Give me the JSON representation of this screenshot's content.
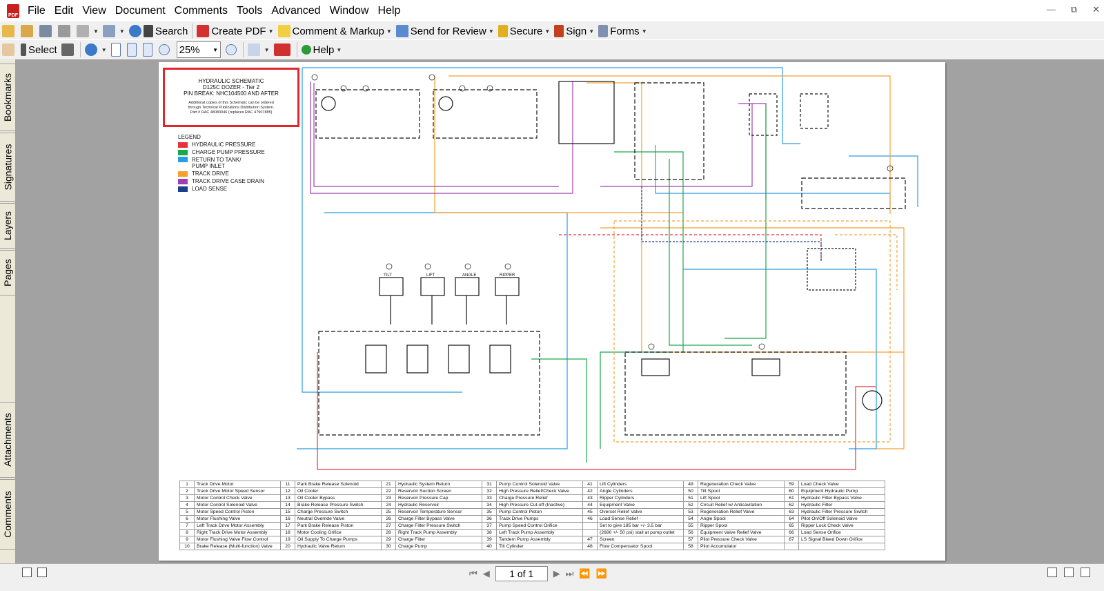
{
  "menu": [
    "File",
    "Edit",
    "View",
    "Document",
    "Comments",
    "Tools",
    "Advanced",
    "Window",
    "Help"
  ],
  "toolbar1": {
    "search": "Search",
    "create_pdf": "Create PDF",
    "comment_markup": "Comment & Markup",
    "send_review": "Send for Review",
    "secure": "Secure",
    "sign": "Sign",
    "forms": "Forms"
  },
  "toolbar2": {
    "select": "Select",
    "zoom": "25%",
    "help": "Help"
  },
  "side_tabs": [
    "Bookmarks",
    "Signatures",
    "Layers",
    "Pages",
    "Attachments",
    "Comments"
  ],
  "doc": {
    "title1": "HYDRAULIC SCHEMATIC",
    "title2": "D125C DOZER - Tier 2",
    "title3": "PIN BREAK: NHC104500 AND AFTER",
    "note1": "Additional copies of this Schematic can be ordered",
    "note2": "through Technical Publications Distribution System.",
    "note3": "Part # RAC 48080046 (replaces RAC 47907885)",
    "legend_title": "LEGEND",
    "legend": [
      {
        "label": "HYDRAULIC PRESSURE",
        "color": "#e8313a"
      },
      {
        "label": "CHARGE PUMP PRESSURE",
        "color": "#1aa84a"
      },
      {
        "label": "RETURN TO TANK/",
        "label2": "PUMP INLET",
        "color": "#2a9de0"
      },
      {
        "label": "TRACK DRIVE",
        "color": "#f5a030"
      },
      {
        "label": "TRACK DRIVE CASE DRAIN",
        "color": "#a040b0"
      },
      {
        "label": "LOAD SENSE",
        "color": "#1a3f8c"
      }
    ],
    "cyl_labels": [
      "TILT",
      "LIFT",
      "ANGLE",
      "RIPPER"
    ],
    "parts": [
      [
        "1",
        "Track Drive Motor",
        "11",
        "Park Brake Release Solenoid",
        "21",
        "Hydraulic System Return",
        "31",
        "Pump Control Solenoid Valve",
        "41",
        "Lift Cylinders",
        "49",
        "Regeneration Check Valve",
        "59",
        "Load Check Valve"
      ],
      [
        "2",
        "Track Drive Motor Speed Sensor",
        "12",
        "Oil Cooler",
        "22",
        "Reservoir Suction Screen",
        "32",
        "High Pressure Relief/Check Valve",
        "42",
        "Angle Cylinders",
        "50",
        "Tilt Spool",
        "60",
        "Equipment Hydraulic Pump"
      ],
      [
        "3",
        "Motor Control Check Valve",
        "13",
        "Oil Cooler Bypass",
        "23",
        "Reservoir Pressure Cap",
        "33",
        "Charge Pressure Relief",
        "43",
        "Ripper Cylinders",
        "51",
        "Lift Spool",
        "61",
        "Hydraulic Filter Bypass Valve"
      ],
      [
        "4",
        "Motor Control Solenoid Valve",
        "14",
        "Brake Release Pressure Switch",
        "24",
        "Hydraulic Reservoir",
        "34",
        "High Pressure Cut-off (Inactive)",
        "44",
        "Equipment Valve",
        "52",
        "Circuit Relief w/ Anticavitation",
        "62",
        "Hydraulic Filter"
      ],
      [
        "5",
        "Motor Speed Control Piston",
        "15",
        "Charge Pressure Switch",
        "25",
        "Reservoir Temperature Sensor",
        "35",
        "Pump Control Piston",
        "45",
        "Overset Relief Valve",
        "53",
        "Regeneration Relief Valve",
        "63",
        "Hydraulic Filter Pressure Switch"
      ],
      [
        "6",
        "Motor Flushing Valve",
        "16",
        "Neutral Override Valve",
        "26",
        "Charge Filter Bypass Valve",
        "36",
        "Track Drive Pumps",
        "46",
        "Load Sense Relief -",
        "54",
        "Angle Spool",
        "64",
        "Pilot On/Off Solenoid Valve"
      ],
      [
        "7",
        "Left Track Drive Motor Assembly",
        "17",
        "Park Brake Release Piston",
        "27",
        "Charge Filter Pressure Switch",
        "37",
        "Pump Speed Control Orifice",
        "",
        "Set to give 185 bar +/- 3.5 bar",
        "55",
        "Ripper Spool",
        "65",
        "Ripper Lock Check Valve"
      ],
      [
        "8",
        "Right Track Drive Motor Assembly",
        "18",
        "Motor Cooling Orifice",
        "28",
        "Right Track Pump Assembly",
        "38",
        "Left Track Pump Assembly",
        "",
        "(2680 +/- 50 psi) stall at pump outlet",
        "56",
        "Equipment Valve Relief Valve",
        "66",
        "Load Sense Orifice"
      ],
      [
        "9",
        "Motor Flushing Valve Flow Control",
        "19",
        "Oil Supply To Charge Pumps",
        "29",
        "Charge Filter",
        "39",
        "Tandem Pump Assembly",
        "47",
        "Screen",
        "57",
        "Pilot Pressure Check Valve",
        "67",
        "LS Signal Bleed Down Orifice"
      ],
      [
        "10",
        "Brake Release (Multi-function) Valve",
        "20",
        "Hydraulic Valve Return",
        "30",
        "Charge Pump",
        "40",
        "Tilt Cylinder",
        "48",
        "Flow Compensator Spool",
        "58",
        "Pilot Accumulator",
        "",
        ""
      ]
    ]
  },
  "status": {
    "page": "1 of 1"
  }
}
